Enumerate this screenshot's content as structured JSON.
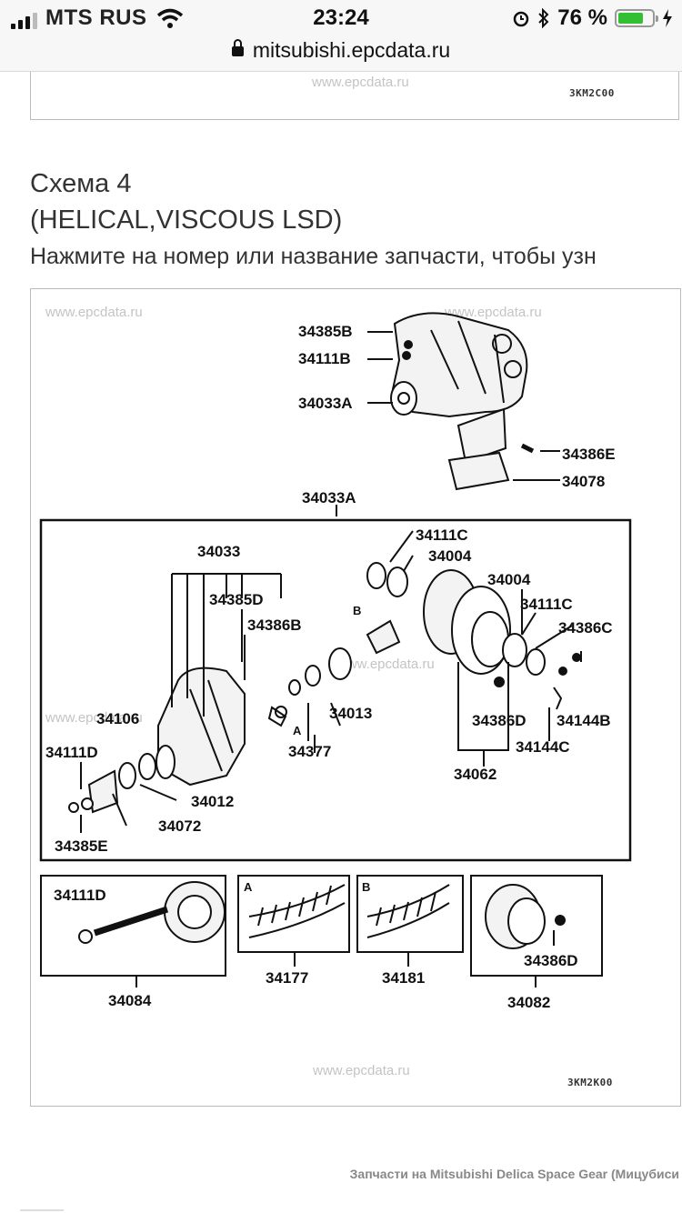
{
  "status_bar": {
    "carrier": "MTS RUS",
    "time": "23:24",
    "battery_percent": "76 %",
    "battery_level": 0.76
  },
  "browser": {
    "url": "mitsubishi.epcdata.ru"
  },
  "prev_diagram": {
    "watermark": "www.epcdata.ru",
    "code": "3KM2C00"
  },
  "section": {
    "title": "Схема 4",
    "subtitle": "(HELICAL,VISCOUS LSD)",
    "hint": "Нажмите на номер или название запчасти, чтобы узн"
  },
  "diagram": {
    "watermarks": [
      "www.epcdata.ru",
      "www.epcdata.ru",
      "www.epcdata.ru",
      "www.epcdata.ru",
      "www.epcdata.ru"
    ],
    "code": "3KM2K00",
    "parts": {
      "p1": "34385B",
      "p2": "34111B",
      "p3": "34033A",
      "p4": "34386E",
      "p5": "34078",
      "p6": "34033A",
      "p7": "34111C",
      "p8": "34004",
      "p9": "34033",
      "p10": "34004",
      "p11": "34385D",
      "p12": "34111C",
      "p13": "34386B",
      "p14": "34386C",
      "p15": "34013",
      "p16": "34106",
      "p17": "34386D",
      "p18": "34144B",
      "p19": "34111D",
      "p20": "34377",
      "p21": "34144C",
      "p22": "34062",
      "p23": "34012",
      "p24": "34072",
      "p25": "34385E",
      "p26": "34111D",
      "p27": "34177",
      "p28": "34181",
      "p29": "34386D",
      "p30": "34084",
      "p31": "34082"
    },
    "callouts": {
      "a1": "B",
      "a2": "A",
      "a3": "A",
      "a4": "B"
    }
  },
  "footer": {
    "text": "Запчасти на Mitsubishi Delica Space Gear (Мицубиси"
  }
}
